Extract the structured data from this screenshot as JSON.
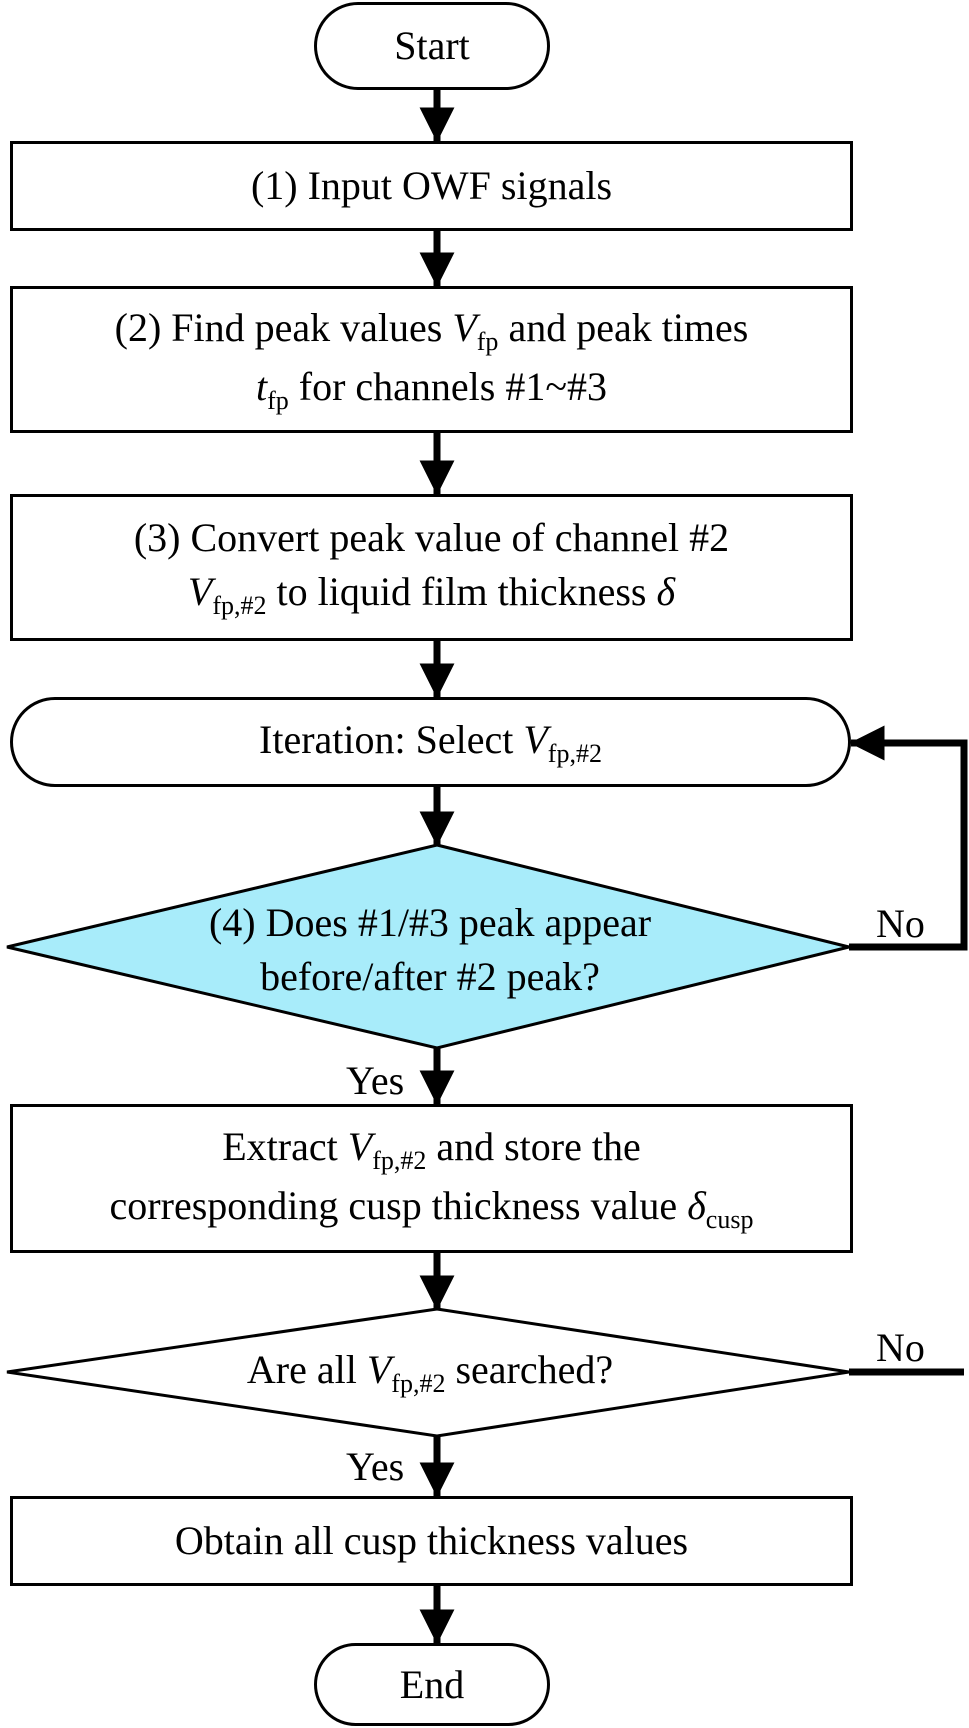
{
  "nodes": {
    "start": "Start",
    "step1": "(1) Input OWF signals",
    "step2": {
      "pre1": "(2) Find peak values ",
      "var1": "V",
      "sub1": "fp",
      "post1": " and peak times",
      "var2": "t",
      "sub2": "fp",
      "post2": " for channels #1~#3"
    },
    "step3": {
      "line1": "(3) Convert peak value of channel #2",
      "var": "V",
      "sub": "fp,#2",
      "post": " to liquid film thickness ",
      "delta": "δ"
    },
    "iteration": {
      "pre": "Iteration: Select ",
      "var": "V",
      "sub": "fp,#2"
    },
    "decision4": {
      "line1": "(4) Does #1/#3 peak appear",
      "line2": "before/after #2 peak?"
    },
    "extract": {
      "pre": "Extract ",
      "var": "V",
      "sub": "fp,#2",
      "post": " and store the",
      "line2": "corresponding cusp thickness value ",
      "delta": "δ",
      "sub2": "cusp"
    },
    "decision5": {
      "pre": "Are all ",
      "var": "V",
      "sub": "fp,#2",
      "post": " searched?"
    },
    "obtain": "Obtain all cusp thickness values",
    "end": "End"
  },
  "edge_labels": {
    "no1": "No",
    "yes1": "Yes",
    "no2": "No",
    "yes2": "Yes"
  },
  "colors": {
    "decision4_fill": "#a8ecfa",
    "stroke": "#000000"
  }
}
